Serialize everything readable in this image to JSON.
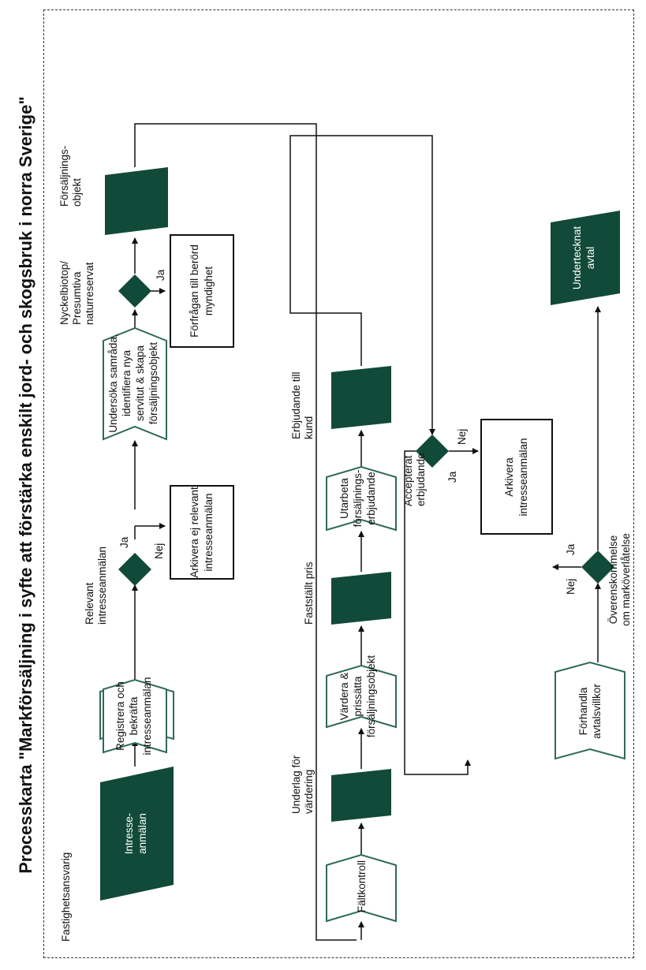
{
  "title": "Processkarta \"Markförsäljning i syfte att förstärka enskilt jord- och skogsbruk i norra Sverige\"",
  "lane_label": "Fastighetsansvarig",
  "row1": {
    "intresseanmalan": [
      "Intresse-",
      "anmälan"
    ],
    "registrera": [
      "Registrera och",
      "bekräfta",
      "intresseanmälan"
    ],
    "relevant_label": [
      "Relevant",
      "intresseanmälan"
    ],
    "ja_1": "Ja",
    "nej_1": "Nej",
    "arkivera_ej_relevant": [
      "Arkivera ej relevant",
      "intresseanmälan"
    ],
    "undersoka": [
      "Undersöka samråda,",
      "identifiera nya",
      "servitut & skapa",
      "försäljningsobjekt"
    ],
    "nyckelbiotop_label": [
      "Nyckelbiotop/",
      "Presumtiva",
      "naturreservat"
    ],
    "ja_2": "Ja",
    "forfragan": [
      "Förfrågan till berörd",
      "myndighet"
    ],
    "forsaljningsobjekt": [
      "Försäljnings-",
      "objekt"
    ]
  },
  "row2": {
    "faltkontroll": "Fältkontroll",
    "underlag": [
      "Underlag för",
      "värdering"
    ],
    "vardera": [
      "Värdera &",
      "prissätta",
      "försäljningsobjekt"
    ],
    "faststallt_pris": "Fastställt pris",
    "utarbeta": [
      "Utarbeta",
      "försäljnings-",
      "erbjudande"
    ],
    "erbjudande_till_kund": [
      "Erbjudande till",
      "kund"
    ]
  },
  "row3": {
    "accepterat_label": [
      "Accepterat",
      "erbjudande"
    ],
    "ja_3": "Ja",
    "nej_3": "Nej",
    "arkivera_intresseanmalan": [
      "Arkivera",
      "intresseanmälan"
    ],
    "forhandla": [
      "Förhandla",
      "avtalsvillkor"
    ],
    "overens_label": [
      "Överenskommelse",
      "om marköverlåtelse"
    ],
    "ja_4": "Ja",
    "nej_4": "Nej",
    "undertecknat": [
      "Undertecknat",
      "avtal"
    ]
  }
}
